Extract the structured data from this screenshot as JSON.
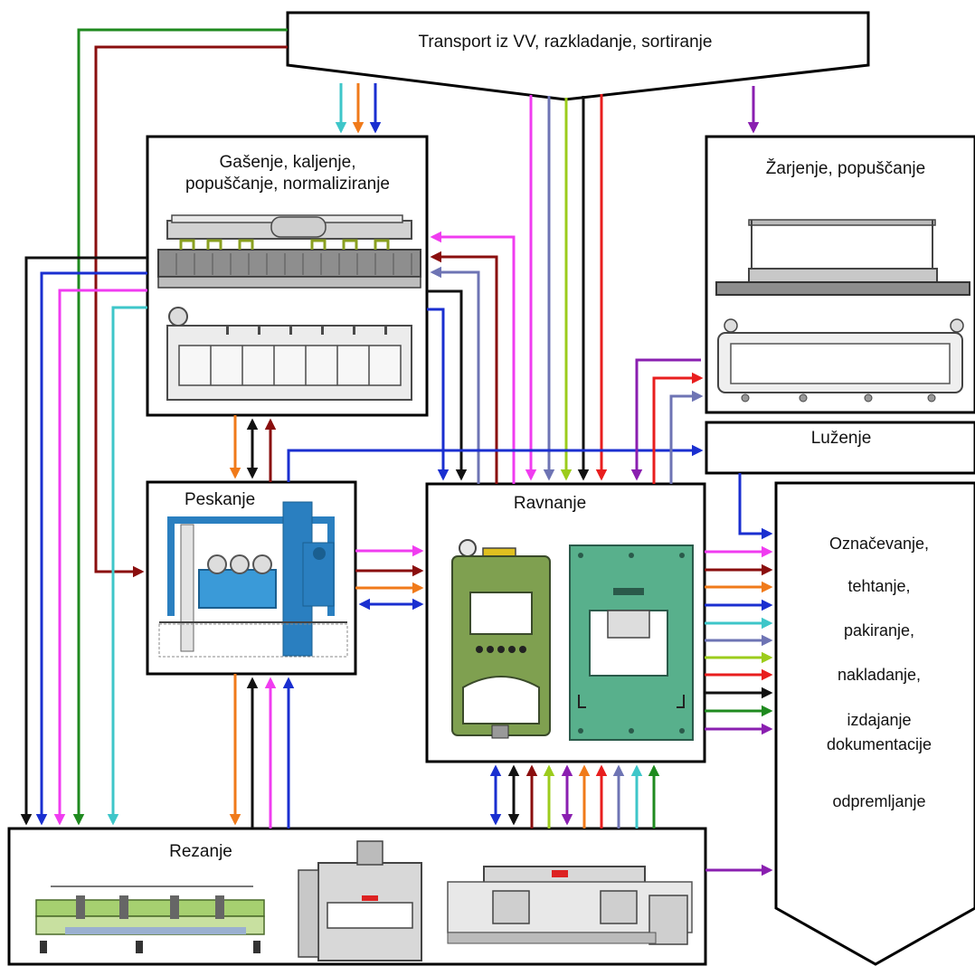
{
  "nodes": {
    "transport": {
      "label": "Transport iz VV, razkladanje, sortiranje"
    },
    "gasenje": {
      "lines": [
        "Gašenje, kaljenje,",
        "popuščanje, normaliziranje"
      ]
    },
    "zarjenje": {
      "label": "Žarjenje, popuščanje"
    },
    "luzenje": {
      "label": "Luženje"
    },
    "peskanje": {
      "label": "Peskanje"
    },
    "ravnanje": {
      "label": "Ravnanje"
    },
    "rezanje": {
      "label": "Rezanje"
    },
    "oznacevanje": {
      "lines": [
        "Označevanje,",
        "tehtanje,",
        "pakiranje,",
        "nakladanje,",
        "izdajanje",
        "dokumentacije",
        "odpremljanje"
      ]
    }
  },
  "colors": {
    "cyan": "#3ec6c9",
    "orange": "#f07a1a",
    "blue": "#1a2fd0",
    "magenta": "#f03cf0",
    "slate": "#6e74b4",
    "lime": "#9ccc1c",
    "black": "#111111",
    "red": "#e81e1e",
    "purple": "#8a1fb0",
    "darkred": "#8a0e0e",
    "green": "#1f8a1f",
    "machine_blue": "#2a7fc0",
    "machine_green": "#7fa050",
    "panel_green": "#58b08c",
    "machine_grey": "#9a9a9a",
    "dark_grey": "#4a4a4a"
  }
}
